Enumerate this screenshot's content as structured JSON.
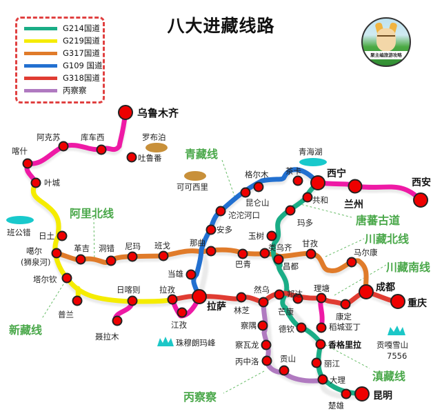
{
  "title": "八大进藏线路",
  "legend": {
    "items": [
      {
        "label": "G214国道",
        "color": "#1aad86"
      },
      {
        "label": "G219国道",
        "color": "#f5ec00"
      },
      {
        "label": "G317国道",
        "color": "#e07b2a"
      },
      {
        "label": "G109 国道",
        "color": "#2270d0"
      },
      {
        "label": "G318国道",
        "color": "#e03c32"
      },
      {
        "label": "丙察察",
        "color": "#b07ac0"
      }
    ]
  },
  "logo": {
    "text": "聚主编旅游攻略"
  },
  "route_names": {
    "qingzang": "青藏线",
    "alibei": "阿里北线",
    "tangfan": "唐蕃古道",
    "chuanzangbei": "川藏北线",
    "chuanzangnan": "川藏南线",
    "xinzang": "新藏线",
    "dianzang": "滇藏线",
    "bingchacha": "丙察察"
  },
  "major_cities": {
    "urumqi": "乌鲁木齐",
    "xining": "西宁",
    "lanzhou": "兰州",
    "xian": "西安",
    "lhasa": "拉萨",
    "chengdu": "成都",
    "chongqing": "重庆",
    "shangrila": "香格里拉",
    "kunming": "昆明"
  },
  "towns": {
    "kashi": "喀什",
    "akesu": "阿克苏",
    "kuchexi": "库车西",
    "yecheng": "叶城",
    "tulufan": "吐鲁番",
    "ritu": "日土",
    "gaer": "噶尔",
    "gaer_sub": "(狮泉河)",
    "geji": "革吉",
    "dongcuo": "洞错",
    "nima": "尼玛",
    "bange": "班戈",
    "taerqin": "塔尔钦",
    "pulan": "普兰",
    "rikaze": "日喀则",
    "niela": "聂拉木",
    "lazi": "拉孜",
    "jiangzi": "江孜",
    "dangxiong": "当雄",
    "naqu": "那曲",
    "anduo": "安多",
    "tuotuohekou": "沱沱河口",
    "kunlunshan": "昆仑山",
    "geermu": "格尔木",
    "chaka": "茶卡",
    "gonghe": "共和",
    "maduo": "玛多",
    "yushu": "玉树",
    "leiwuqi": "类乌齐",
    "changdu": "昌都",
    "baqing": "巴青",
    "ganzi": "甘孜",
    "maerkang": "马尔康",
    "litang": "理塘",
    "kangding": "康定",
    "daocheng": "稻城亚丁",
    "linzhi": "林芝",
    "ranwu": "然乌",
    "bangda": "邦达",
    "mangkang": "芒康",
    "deqin": "德钦",
    "chayu": "察隅",
    "chawalong": "察瓦龙",
    "bingzhongluo": "丙中洛",
    "gongshan": "贡山",
    "lijiang": "丽江",
    "dali": "大理",
    "chuxiong": "楚雄"
  },
  "landmarks": {
    "luobupo": "罗布泊",
    "kekexili": "可可西里",
    "qinghaihu": "青海湖",
    "bangongcuo": "班公错",
    "everest": "珠穆朗玛峰",
    "gongga": "贡嘎雪山",
    "gongga_height": "7556"
  }
}
